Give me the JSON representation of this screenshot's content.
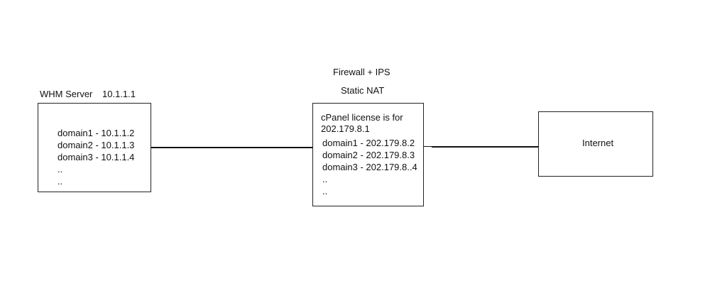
{
  "whm": {
    "title": "WHM Server",
    "ip": "10.1.1.1",
    "lines": [
      "domain1 - 10.1.1.2",
      "domain2 - 10.1.1.3",
      "domain3 - 10.1.1.4",
      "..",
      ".."
    ]
  },
  "firewall": {
    "title": "Firewall + IPS",
    "subtitle": "Static NAT",
    "license_line1": "cPanel license is for",
    "license_line2": "202.179.8.1",
    "lines": [
      "domain1 - 202.179.8.2",
      "domain2 - 202.179.8.3",
      "domain3 - 202.179.8..4",
      "..",
      ".."
    ]
  },
  "internet": {
    "label": "Internet"
  }
}
